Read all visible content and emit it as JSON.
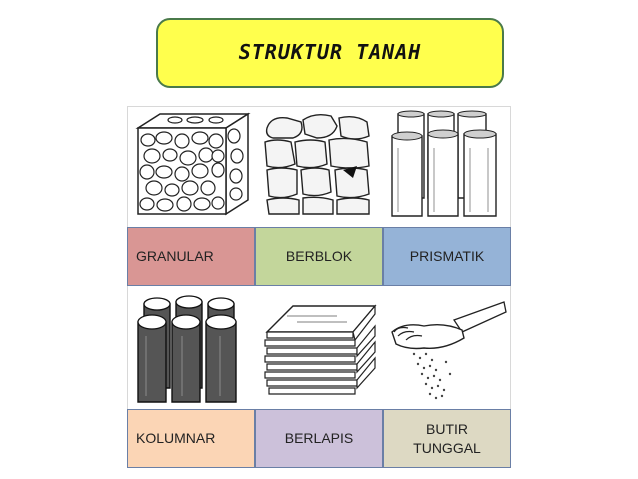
{
  "title": "STRUKTUR TANAH",
  "cells": [
    {
      "label": "GRANULAR",
      "color": "#d99694",
      "icon": "granular-soil-icon"
    },
    {
      "label": "BERBLOK",
      "color": "#c3d69b",
      "icon": "blocky-soil-icon"
    },
    {
      "label": "PRISMATIK",
      "color": "#95b3d7",
      "icon": "prismatic-soil-icon"
    },
    {
      "label": "KOLUMNAR",
      "color": "#fbd5b5",
      "icon": "columnar-soil-icon"
    },
    {
      "label": "BERLAPIS",
      "color": "#ccc1da",
      "icon": "platy-soil-icon"
    },
    {
      "label_line1": "BUTIR",
      "label_line2": "TUNGGAL",
      "color": "#ddd9c3",
      "icon": "single-grain-soil-icon"
    }
  ]
}
